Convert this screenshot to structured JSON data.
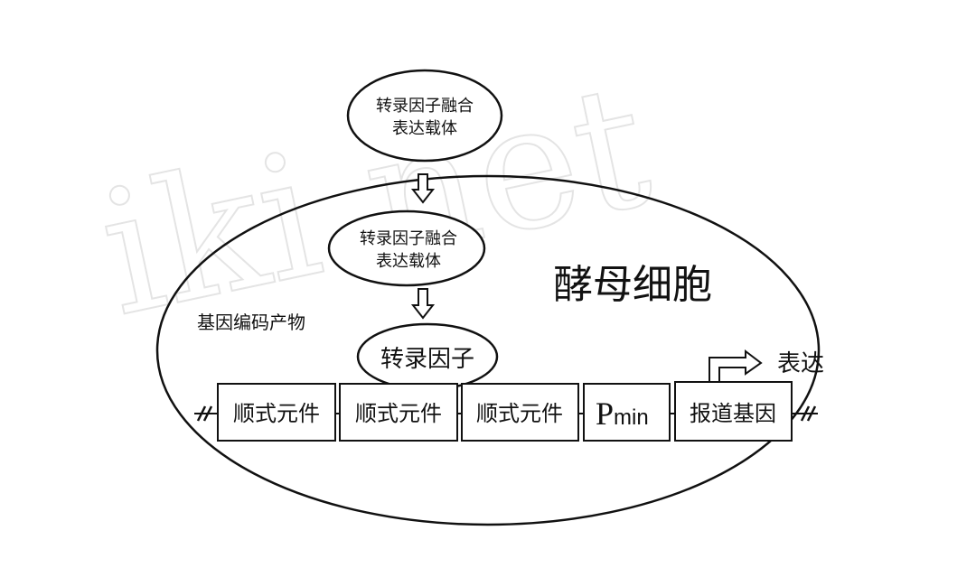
{
  "watermark": "iki.net",
  "vector_top": [
    "转录因子融合",
    "表达载体"
  ],
  "vector_inner": [
    "转录因子融合",
    "表达载体"
  ],
  "cell_label": "酵母细胞",
  "gene_product_label": "基因编码产物",
  "transcription_factor": "转录因子",
  "elements": [
    "顺式元件",
    "顺式元件",
    "顺式元件"
  ],
  "promoter": {
    "main": "P",
    "sub": "min"
  },
  "reporter": "报道基因",
  "expression_label": "表达"
}
